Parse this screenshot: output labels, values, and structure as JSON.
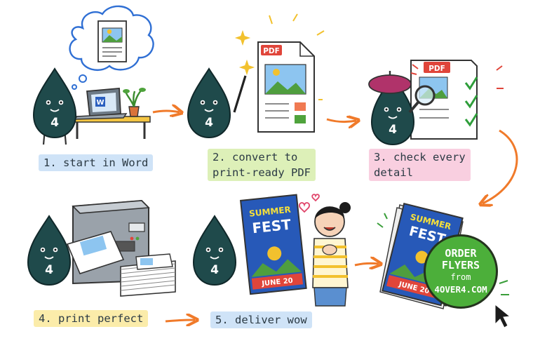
{
  "steps": {
    "step1": {
      "label": "1. start in Word"
    },
    "step2": {
      "line1": "2. convert to",
      "line2": "print-ready PDF"
    },
    "step3": {
      "line1": "3. check every",
      "line2": "detail"
    },
    "step4": {
      "label": "4. print perfect"
    },
    "step5": {
      "label": "5. deliver wow"
    }
  },
  "mascot": {
    "number": "4"
  },
  "pdf_badge": "PDF",
  "word_icon": "W",
  "flyer": {
    "line1": "SUMMER",
    "line2": "FEST",
    "date": "JUNE 20"
  },
  "cta": {
    "line1": "ORDER",
    "line2": "FLYERS",
    "line3": "from",
    "url": "4OVER4.COM"
  },
  "colors": {
    "mascot": "#1f4a4b",
    "arrow": "#f07a2a",
    "cta_green": "#4caf3a",
    "pdf_red": "#e0453a",
    "beret": "#b0336a"
  }
}
